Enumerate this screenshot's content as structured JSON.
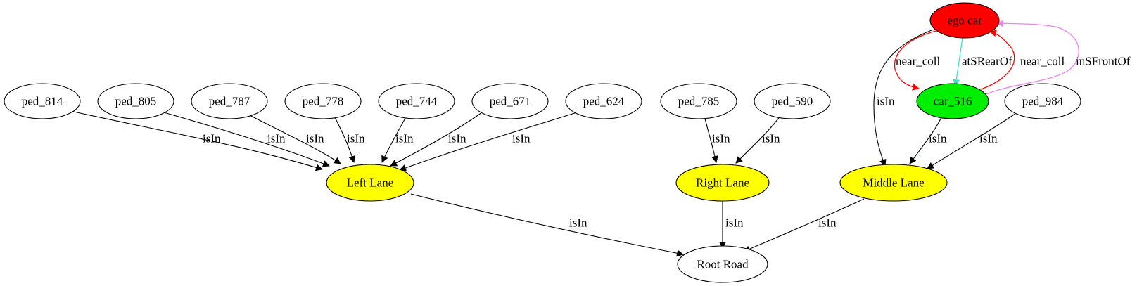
{
  "nodes": [
    {
      "id": "ego_car",
      "label": "ego car",
      "fill": "#ff0000"
    },
    {
      "id": "car_516",
      "label": "car_516",
      "fill": "#00ee00"
    },
    {
      "id": "ped_814",
      "label": "ped_814",
      "fill": "#ffffff"
    },
    {
      "id": "ped_805",
      "label": "ped_805",
      "fill": "#ffffff"
    },
    {
      "id": "ped_787",
      "label": "ped_787",
      "fill": "#ffffff"
    },
    {
      "id": "ped_778",
      "label": "ped_778",
      "fill": "#ffffff"
    },
    {
      "id": "ped_744",
      "label": "ped_744",
      "fill": "#ffffff"
    },
    {
      "id": "ped_671",
      "label": "ped_671",
      "fill": "#ffffff"
    },
    {
      "id": "ped_624",
      "label": "ped_624",
      "fill": "#ffffff"
    },
    {
      "id": "ped_785",
      "label": "ped_785",
      "fill": "#ffffff"
    },
    {
      "id": "ped_590",
      "label": "ped_590",
      "fill": "#ffffff"
    },
    {
      "id": "ped_984",
      "label": "ped_984",
      "fill": "#ffffff"
    },
    {
      "id": "left_lane",
      "label": "Left Lane",
      "fill": "#ffff00"
    },
    {
      "id": "right_lane",
      "label": "Right Lane",
      "fill": "#ffff00"
    },
    {
      "id": "middle_lane",
      "label": "Middle Lane",
      "fill": "#ffff00"
    },
    {
      "id": "root_road",
      "label": "Root Road",
      "fill": "#ffffff"
    }
  ],
  "edges": [
    {
      "id": "e1",
      "from": "ped_814",
      "to": "left_lane",
      "label": "isIn",
      "color": "#000000"
    },
    {
      "id": "e2",
      "from": "ped_805",
      "to": "left_lane",
      "label": "isIn",
      "color": "#000000"
    },
    {
      "id": "e3",
      "from": "ped_787",
      "to": "left_lane",
      "label": "isIn",
      "color": "#000000"
    },
    {
      "id": "e4",
      "from": "ped_778",
      "to": "left_lane",
      "label": "isIn",
      "color": "#000000"
    },
    {
      "id": "e5",
      "from": "ped_744",
      "to": "left_lane",
      "label": "isIn",
      "color": "#000000"
    },
    {
      "id": "e6",
      "from": "ped_671",
      "to": "left_lane",
      "label": "isIn",
      "color": "#000000"
    },
    {
      "id": "e7",
      "from": "ped_624",
      "to": "left_lane",
      "label": "isIn",
      "color": "#000000"
    },
    {
      "id": "e8",
      "from": "ped_785",
      "to": "right_lane",
      "label": "isIn",
      "color": "#000000"
    },
    {
      "id": "e9",
      "from": "ped_590",
      "to": "right_lane",
      "label": "isIn",
      "color": "#000000"
    },
    {
      "id": "e10",
      "from": "ego_car",
      "to": "middle_lane",
      "label": "isIn",
      "color": "#000000"
    },
    {
      "id": "e11",
      "from": "car_516",
      "to": "middle_lane",
      "label": "isIn",
      "color": "#000000"
    },
    {
      "id": "e12",
      "from": "ped_984",
      "to": "middle_lane",
      "label": "isIn",
      "color": "#000000"
    },
    {
      "id": "e13",
      "from": "left_lane",
      "to": "root_road",
      "label": "isIn",
      "color": "#000000"
    },
    {
      "id": "e14",
      "from": "right_lane",
      "to": "root_road",
      "label": "isIn",
      "color": "#000000"
    },
    {
      "id": "e15",
      "from": "middle_lane",
      "to": "root_road",
      "label": "isIn",
      "color": "#000000"
    },
    {
      "id": "e16",
      "from": "ego_car",
      "to": "car_516",
      "label": "near_coll",
      "color": "#ff0000"
    },
    {
      "id": "e17",
      "from": "ego_car",
      "to": "car_516",
      "label": "atSRearOf",
      "color": "#40e0d0"
    },
    {
      "id": "e18",
      "from": "car_516",
      "to": "ego_car",
      "label": "near_coll",
      "color": "#ff0000"
    },
    {
      "id": "e19",
      "from": "car_516",
      "to": "ego_car",
      "label": "inSFrontOf",
      "color": "#ee82ee"
    }
  ]
}
